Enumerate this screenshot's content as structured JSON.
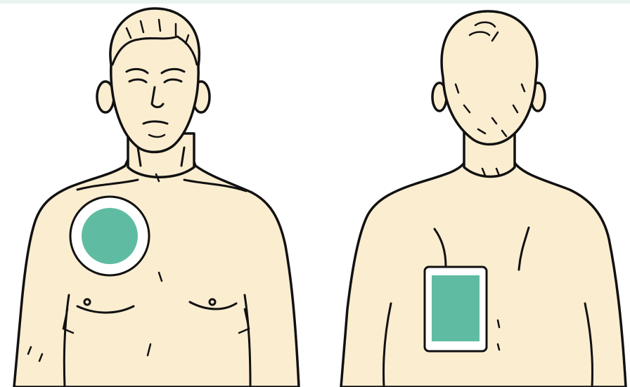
{
  "colors": {
    "skin": "#FBEDD0",
    "outline": "#111111",
    "pad_fill": "#5FBCA2",
    "pad_backing": "#FFFFFF",
    "background": "#FFFFFF",
    "top_edge": "#E9F3F1"
  },
  "figures": [
    {
      "name": "front-torso",
      "pad_shape": "circle"
    },
    {
      "name": "back-torso",
      "pad_shape": "rectangle"
    }
  ]
}
